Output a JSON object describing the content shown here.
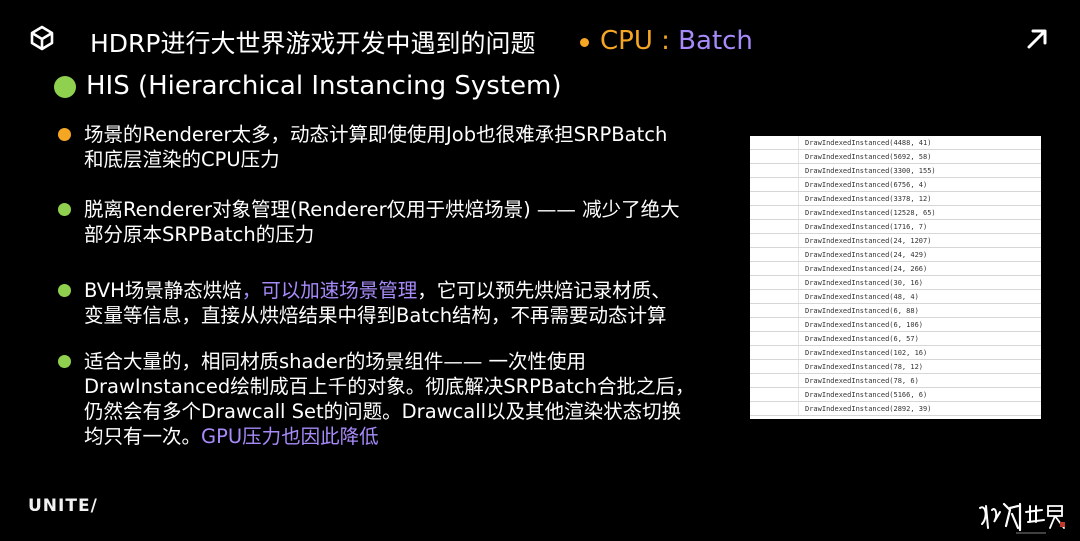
{
  "header": {
    "title": "HDRP进行大世界游戏开发中遇到的问题",
    "cpu_label": "CPU",
    "separator": " : ",
    "batch_label": "Batch",
    "colors": {
      "cpu": "#f5a623",
      "batch": "#a78bfa"
    }
  },
  "section": {
    "title": "HIS (Hierarchical Instancing System)",
    "dot_color": "#8fd14f"
  },
  "bullets": [
    {
      "color": "#f5a623",
      "lines": [
        "场景的Renderer太多，动态计算即使使用Job也很难承担SRPBatch",
        "和底层渲染的CPU压力"
      ]
    },
    {
      "color": "#8fd14f",
      "lines": [
        "脱离Renderer对象管理(Renderer仅用于烘焙场景) —— 减少了绝大",
        "部分原本SRPBatch的压力"
      ]
    },
    {
      "color": "#8fd14f",
      "line1_a": "BVH场景静态烘焙",
      "line1_hl": "，可以加速场景管理",
      "line1_b": "，它可以预先烘焙记录材质、",
      "line2": "变量等信息，直接从烘焙结果中得到Batch结构，不再需要动态计算"
    },
    {
      "color": "#8fd14f",
      "lines": [
        "适合大量的，相同材质shader的场景组件—— 一次性使用",
        "DrawInstanced绘制成百上千的对象。彻底解决SRPBatch合批之后，",
        "仍然会有多个Drawcall Set的问题。Drawcall以及其他渲染状态切换"
      ],
      "line4_a": "均只有一次。",
      "line4_hl": "GPU压力也因此降低"
    }
  ],
  "draw_calls": [
    "DrawIndexedInstanced(4488, 41)",
    "DrawIndexedInstanced(5692, 58)",
    "DrawIndexedInstanced(3300, 155)",
    "DrawIndexedInstanced(6756, 4)",
    "DrawIndexedInstanced(3378, 12)",
    "DrawIndexedInstanced(12528, 65)",
    "DrawIndexedInstanced(1716, 7)",
    "DrawIndexedInstanced(24, 1207)",
    "DrawIndexedInstanced(24, 429)",
    "DrawIndexedInstanced(24, 266)",
    "DrawIndexedInstanced(30, 16)",
    "DrawIndexedInstanced(48, 4)",
    "DrawIndexedInstanced(6, 88)",
    "DrawIndexedInstanced(6, 106)",
    "DrawIndexedInstanced(6, 57)",
    "DrawIndexedInstanced(102, 16)",
    "DrawIndexedInstanced(78, 12)",
    "DrawIndexedInstanced(78, 6)",
    "DrawIndexedInstanced(5166, 6)",
    "DrawIndexedInstanced(2892, 39)"
  ],
  "footer": {
    "unite_logo": "UNITE/",
    "game_logo": "仙剑世界"
  },
  "icons": {
    "top_left": "unity-cube-icon",
    "top_right": "arrow-up-right-icon"
  }
}
